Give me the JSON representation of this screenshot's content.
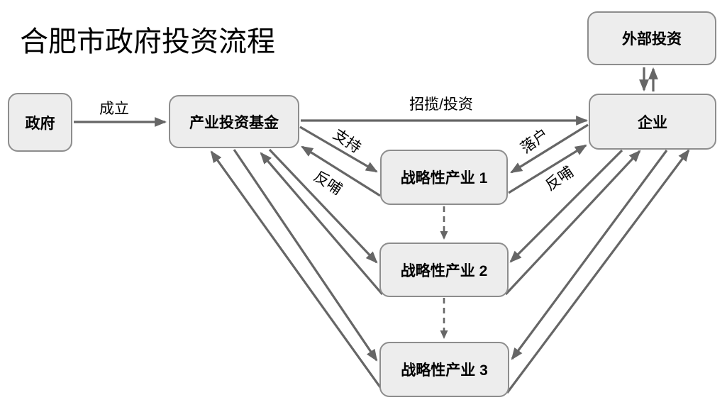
{
  "title": "合肥市政府投资流程",
  "colors": {
    "canvas": "#ffffff",
    "node_fill": "#ededed",
    "node_border": "#8d8d8d",
    "arrow": "#666666",
    "text": "#000000"
  },
  "nodes": {
    "government": {
      "label": "政府"
    },
    "industry_fund": {
      "label": "产业投资基金"
    },
    "external_investment": {
      "label": "外部投资"
    },
    "enterprise": {
      "label": "企业"
    },
    "strategic_industry_1": {
      "label": "战略性产业 1"
    },
    "strategic_industry_2": {
      "label": "战略性产业 2"
    },
    "strategic_industry_3": {
      "label": "战略性产业 3"
    }
  },
  "edges": [
    {
      "from": "政府",
      "to": "产业投资基金",
      "label": "成立",
      "style": "solid"
    },
    {
      "from": "产业投资基金",
      "to": "企业",
      "label": "招揽/投资",
      "style": "solid"
    },
    {
      "from": "产业投资基金",
      "to": "战略性产业 1",
      "label": "支持",
      "style": "solid"
    },
    {
      "from": "战略性产业 1",
      "to": "产业投资基金",
      "label": "反哺",
      "style": "solid"
    },
    {
      "from": "企业",
      "to": "战略性产业 1",
      "label": "落户",
      "style": "solid"
    },
    {
      "from": "战略性产业 1",
      "to": "企业",
      "label": "反哺",
      "style": "solid"
    },
    {
      "from": "产业投资基金",
      "to": "战略性产业 2",
      "label": "",
      "style": "solid"
    },
    {
      "from": "战略性产业 2",
      "to": "产业投资基金",
      "label": "",
      "style": "solid"
    },
    {
      "from": "产业投资基金",
      "to": "战略性产业 3",
      "label": "",
      "style": "solid"
    },
    {
      "from": "战略性产业 3",
      "to": "产业投资基金",
      "label": "",
      "style": "solid"
    },
    {
      "from": "企业",
      "to": "战略性产业 2",
      "label": "",
      "style": "solid"
    },
    {
      "from": "战略性产业 2",
      "to": "企业",
      "label": "",
      "style": "solid"
    },
    {
      "from": "企业",
      "to": "战略性产业 3",
      "label": "",
      "style": "solid"
    },
    {
      "from": "战略性产业 3",
      "to": "企业",
      "label": "",
      "style": "solid"
    },
    {
      "from": "外部投资",
      "to": "企业",
      "label": "",
      "style": "solid"
    },
    {
      "from": "企业",
      "to": "外部投资",
      "label": "",
      "style": "solid"
    },
    {
      "from": "战略性产业 1",
      "to": "战略性产业 2",
      "label": "",
      "style": "dashed"
    },
    {
      "from": "战略性产业 2",
      "to": "战略性产业 3",
      "label": "",
      "style": "dashed"
    }
  ]
}
